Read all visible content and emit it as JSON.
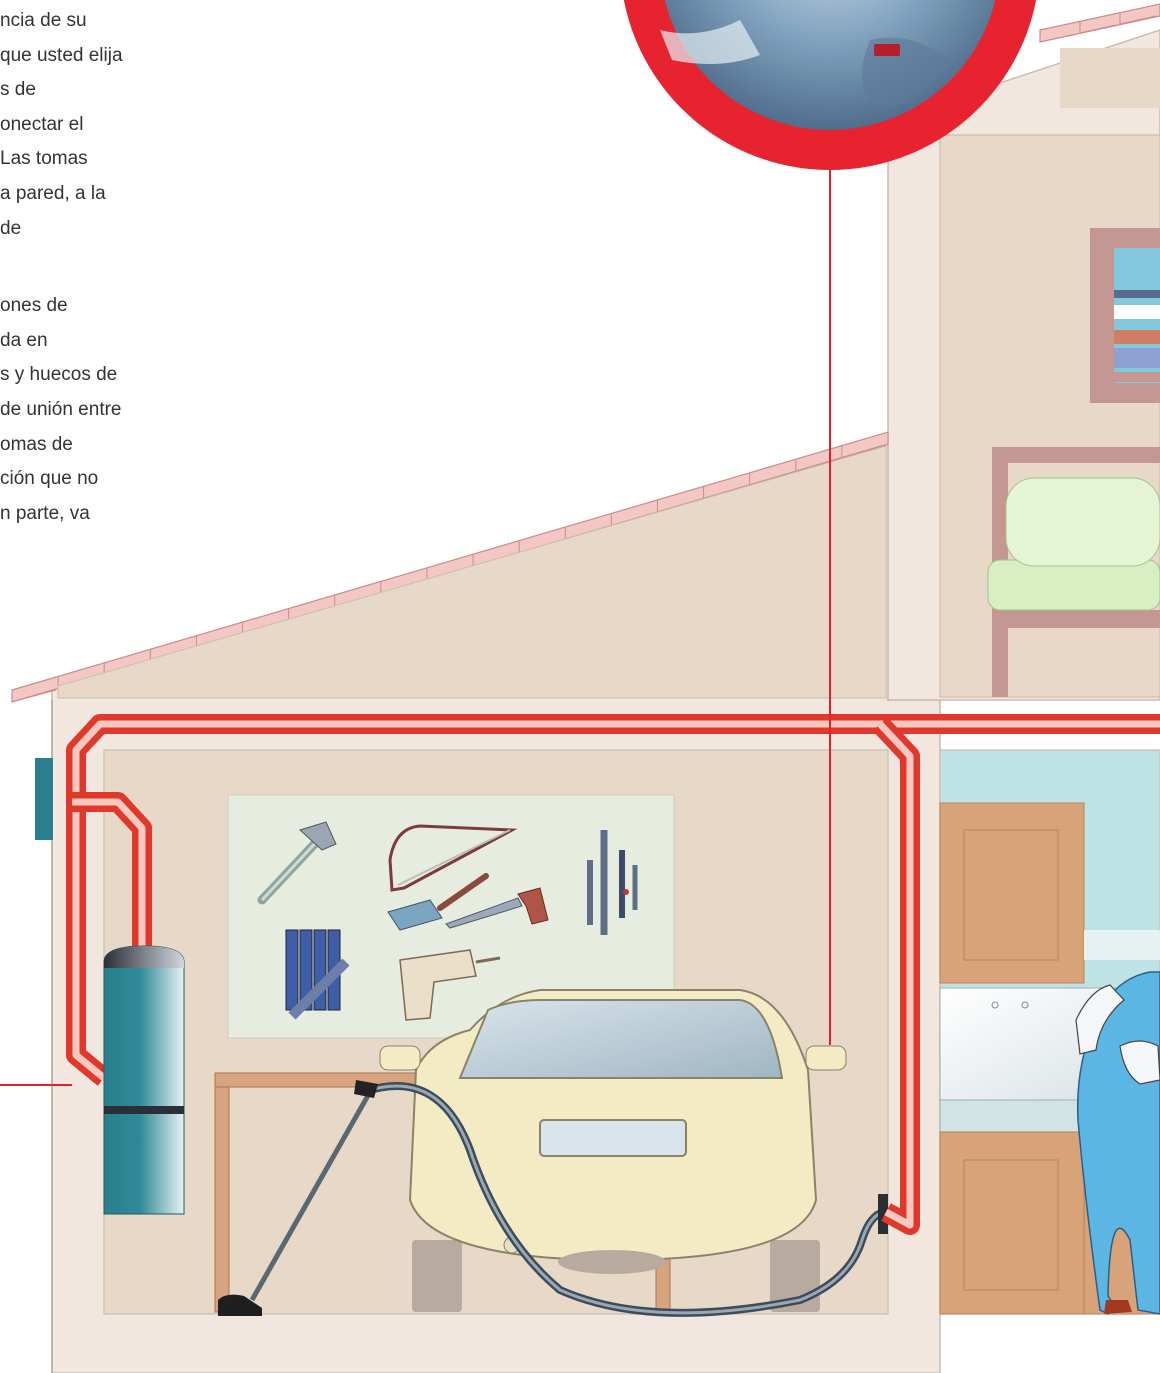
{
  "text_lines_a": [
    "ncia de su",
    "que usted elija",
    "s de",
    "onectar el",
    "Las tomas",
    "a pared, a la",
    "de"
  ],
  "text_lines_b": [
    "ones de",
    "da en",
    "s y huecos de",
    "de unión entre",
    "omas de",
    "ción que no",
    "n parte, va"
  ],
  "colors": {
    "wall": "#e8d8c8",
    "house_outer": "#f1e7de",
    "roof_tiles": "#f2c7c4",
    "pipe_red": "#ee3a2e",
    "leader_line": "#e0202a",
    "circle_ring": "#e82330",
    "vacuum_unit": "#2a7f8c",
    "car_body": "#f3ebc4",
    "kitchen_cabinet": "#d9a37a",
    "tool_board": "#e6ede0",
    "workbench": "#d8a47f",
    "worker_overalls": "#5cb6e4"
  },
  "icons": [
    "hammer-icon",
    "hacksaw-icon",
    "screwdrivers-icon",
    "chisels-icon",
    "power-drill-icon",
    "handsaw-icon",
    "scraper-icon"
  ]
}
